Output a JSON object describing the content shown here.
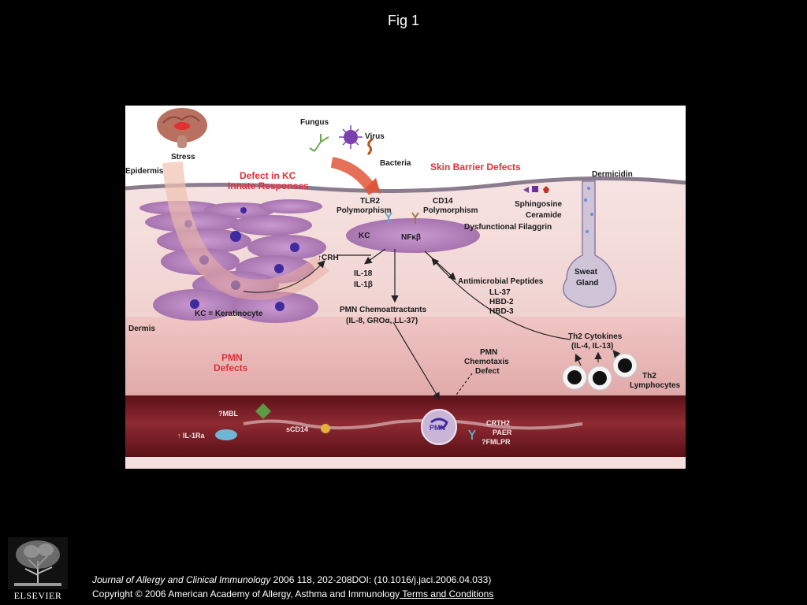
{
  "page": {
    "title": "Fig 1"
  },
  "diagram": {
    "labels": {
      "fungus": "Fungus",
      "virus": "Virus",
      "bacteria": "Bacteria",
      "stress": "Stress",
      "epidermis": "Epidermis",
      "defect_kc_1": "Defect in KC",
      "defect_kc_2": "Innate Responses",
      "skin_barrier": "Skin Barrier Defects",
      "dermicidin": "Dermicidin",
      "tlr2_1": "TLR2",
      "tlr2_2": "Polymorphism",
      "cd14_1": "CD14",
      "cd14_2": "Polymorphism",
      "sphingosine": "Sphingosine",
      "ceramide": "Ceramide",
      "filaggrin": "Dysfunctional Filaggrin",
      "kc": "KC",
      "nfkb": "NFκβ",
      "crh": "↑CRH",
      "il18": "IL-18",
      "il1b": "IL-1β",
      "amp_title": "Antimicrobial Peptides",
      "ll37": "LL-37",
      "hbd2": "HBD-2",
      "hbd3": "HBD-3",
      "sweat_1": "Sweat",
      "sweat_2": "Gland",
      "kc_legend": "KC = Keratinocyte",
      "pmn_chemo_1": "PMN Chemoattractants",
      "pmn_chemo_2": "(IL-8, GROα, LL-37)",
      "dermis": "Dermis",
      "pmn_defects_1": "PMN",
      "pmn_defects_2": "Defects",
      "pmn_ctx_1": "PMN",
      "pmn_ctx_2": "Chemotaxis",
      "pmn_ctx_3": "Defect",
      "th2_cyt_1": "Th2 Cytokines",
      "th2_cyt_2": "(IL-4, IL-13)",
      "th2_lym_1": "Th2",
      "th2_lym_2": "Lymphocytes",
      "mbl": "?MBL",
      "il1ra": "↑ IL-1Ra",
      "scd14": "sCD14",
      "pmn": "PMN",
      "crth2": "CRTH2",
      "paer": "PAER",
      "fmlpr": "?FMLPR"
    },
    "colors": {
      "background": "#000000",
      "figure_bg": "#ffffff",
      "epidermis": "#f0dada",
      "dermis": "#e8b4b4",
      "vessel": "#7a1c24",
      "keratinocyte": "#b57bb5",
      "nucleus": "#4b2a9a",
      "defect_text": "#e0303a"
    }
  },
  "footer": {
    "journal": "Journal of Allergy and Clinical Immunology",
    "citation": " 2006 118, 202-208DOI: (10.1016/j.jaci.2006.04.033)",
    "copyright": "Copyright © 2006 American Academy of Allergy, Asthma and Immunology",
    "terms_link": " Terms and Conditions"
  },
  "logo": {
    "text": "ELSEVIER",
    "icon": "elsevier-tree-icon"
  }
}
